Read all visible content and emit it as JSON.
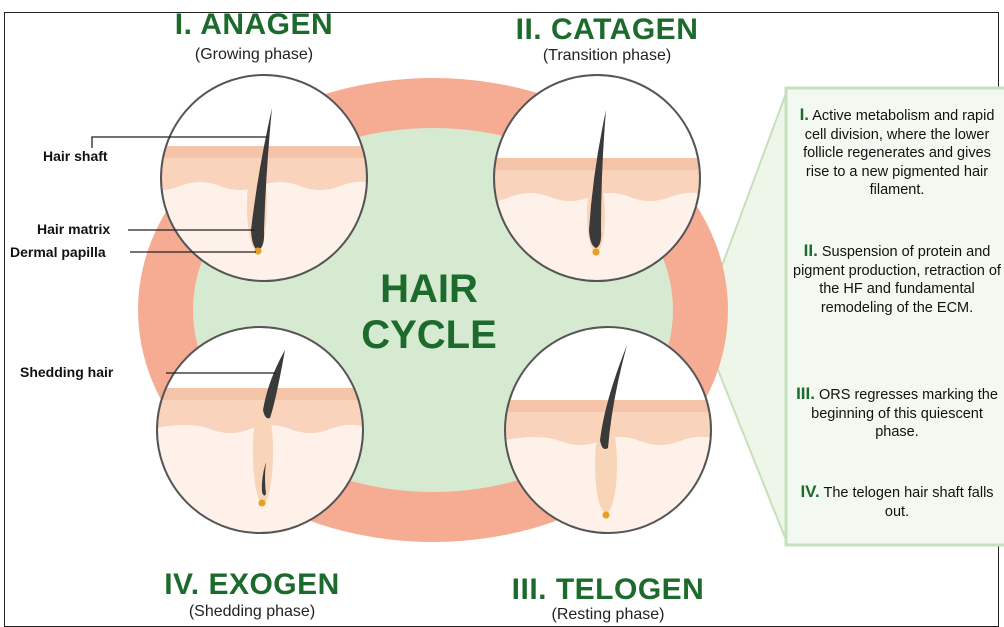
{
  "phases": [
    {
      "title": "I. ANAGEN",
      "subtitle": "(Growing phase)"
    },
    {
      "title": "II. CATAGEN",
      "subtitle": "(Transition phase)"
    },
    {
      "title": "IV. EXOGEN",
      "subtitle": "(Shedding phase)"
    },
    {
      "title": "III. TELOGEN",
      "subtitle": "(Resting phase)"
    }
  ],
  "center": {
    "line1": "HAIR",
    "line2": "CYCLE"
  },
  "labels": {
    "hair_shaft": "Hair shaft",
    "hair_matrix": "Hair matrix",
    "dermal_papilla": "Dermal papilla",
    "shedding_hair": "Shedding hair"
  },
  "descriptions": [
    {
      "num": "I.",
      "text": "Active metabolism and rapid cell division, where the lower follicle regenerates and gives rise to a new pigmented hair filament."
    },
    {
      "num": "II.",
      "text": "Suspension of protein and pigment production, retraction of the HF and fundamental remodeling of the ECM."
    },
    {
      "num": "III.",
      "text": "ORS regresses marking the beginning of this quiescent phase."
    },
    {
      "num": "IV.",
      "text": "The telogen hair shaft falls out."
    }
  ],
  "colors": {
    "ring": "#f6ab93",
    "center_fill": "#d6ead2",
    "title_green": "#1d6b2c",
    "skin_top": "#f7d9c3",
    "skin_bottom": "#fde8da",
    "hair": "#3a3a3a",
    "papilla": "#e8a020",
    "panel_bg": "#eef6ea",
    "panel_border": "#c5e0bd"
  }
}
